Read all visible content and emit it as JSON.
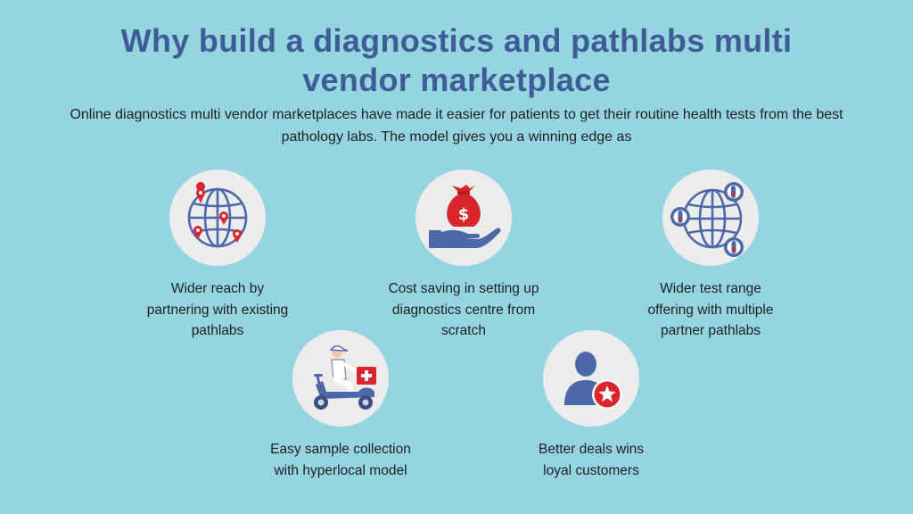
{
  "title": {
    "line1": "Why build a diagnostics and pathlabs multi",
    "line2": "vendor marketplace"
  },
  "subtitle": {
    "line1": "Online diagnostics multi vendor marketplaces have made it easier for patients to get their routine health tests",
    "line2": "from the best pathology labs. The model gives you a winning edge as"
  },
  "colors": {
    "background": "#94d5e1",
    "title": "#3f5c97",
    "icon_blue": "#4d68a8",
    "icon_red": "#d9252b",
    "circle": "#ececec"
  },
  "benefits": [
    {
      "icon": "globe-pins-icon",
      "lines": [
        "Wider reach by",
        "partnering with existing",
        "pathlabs"
      ]
    },
    {
      "icon": "money-bag-hand-icon",
      "lines": [
        "Cost saving in setting up",
        "diagnostics centre from",
        "scratch"
      ]
    },
    {
      "icon": "globe-test-tubes-icon",
      "lines": [
        "Wider test range",
        "offering with multiple",
        "partner pathlabs"
      ]
    },
    {
      "icon": "delivery-scooter-icon",
      "lines": [
        "Easy sample collection",
        "with hyperlocal model"
      ]
    },
    {
      "icon": "user-star-icon",
      "lines": [
        "Better deals wins",
        "loyal customers"
      ]
    }
  ]
}
